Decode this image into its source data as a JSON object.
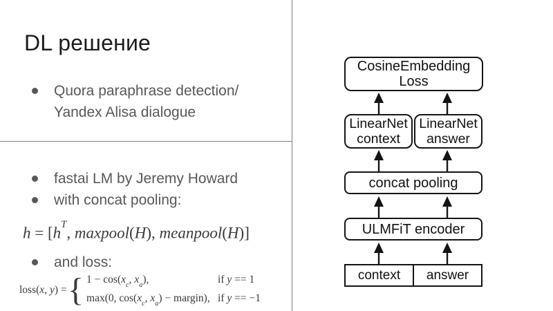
{
  "colors": {
    "ink": "#141414",
    "text_gray": "#58585a",
    "divider_gray": "#7b7b7b"
  },
  "slide": {
    "title": "DL решение",
    "bullet_quora_line1": "Quora paraphrase detection/",
    "bullet_quora_line2": "Yandex Alisa dialogue",
    "bullet_fastai": "fastai LM by Jeremy Howard",
    "bullet_pooling": "with concat pooling:",
    "bullet_loss": "and loss:"
  },
  "formulas": {
    "brace": "{",
    "h": [
      {
        "t": "i",
        "v": "h"
      },
      {
        "t": "n",
        "v": " = ["
      },
      {
        "t": "i",
        "v": "h"
      },
      {
        "t": "sup",
        "v": "T"
      },
      {
        "t": "n",
        "v": ", "
      },
      {
        "t": "i",
        "v": "maxpool"
      },
      {
        "t": "n",
        "v": "("
      },
      {
        "t": "i",
        "v": "H"
      },
      {
        "t": "n",
        "v": "), "
      },
      {
        "t": "i",
        "v": "meanpool"
      },
      {
        "t": "n",
        "v": "("
      },
      {
        "t": "i",
        "v": "H"
      },
      {
        "t": "n",
        "v": ")]"
      }
    ],
    "loss_lhs": [
      {
        "t": "n",
        "v": "loss("
      },
      {
        "t": "i",
        "v": "x"
      },
      {
        "t": "n",
        "v": ", "
      },
      {
        "t": "i",
        "v": "y"
      },
      {
        "t": "n",
        "v": ") ="
      }
    ],
    "loss_case1": [
      {
        "t": "n",
        "v": "1 − cos("
      },
      {
        "t": "i",
        "v": "x"
      },
      {
        "t": "sub",
        "v": "c"
      },
      {
        "t": "n",
        "v": ", "
      },
      {
        "t": "i",
        "v": "x"
      },
      {
        "t": "sub",
        "v": "a"
      },
      {
        "t": "n",
        "v": "),"
      }
    ],
    "loss_cond1": [
      {
        "t": "n",
        "v": "if "
      },
      {
        "t": "i",
        "v": "y"
      },
      {
        "t": "n",
        "v": " == 1"
      }
    ],
    "loss_case2": [
      {
        "t": "n",
        "v": "max(0, cos("
      },
      {
        "t": "i",
        "v": "x"
      },
      {
        "t": "sub",
        "v": "c"
      },
      {
        "t": "n",
        "v": ", "
      },
      {
        "t": "i",
        "v": "x"
      },
      {
        "t": "sub",
        "v": "a"
      },
      {
        "t": "n",
        "v": ") − margin),"
      }
    ],
    "loss_cond2": [
      {
        "t": "n",
        "v": "if "
      },
      {
        "t": "i",
        "v": "y"
      },
      {
        "t": "n",
        "v": " == −1"
      }
    ]
  },
  "diagram": {
    "cosine_line1": "CosineEmbedding",
    "cosine_line2": "Loss",
    "ln_context_line1": "LinearNet",
    "ln_context_line2": "context",
    "ln_answer_line1": "LinearNet",
    "ln_answer_line2": "answer",
    "concat_pooling": "concat pooling",
    "ulmfit_encoder": "ULMFiT encoder",
    "input_context": "context",
    "input_answer": "answer"
  }
}
